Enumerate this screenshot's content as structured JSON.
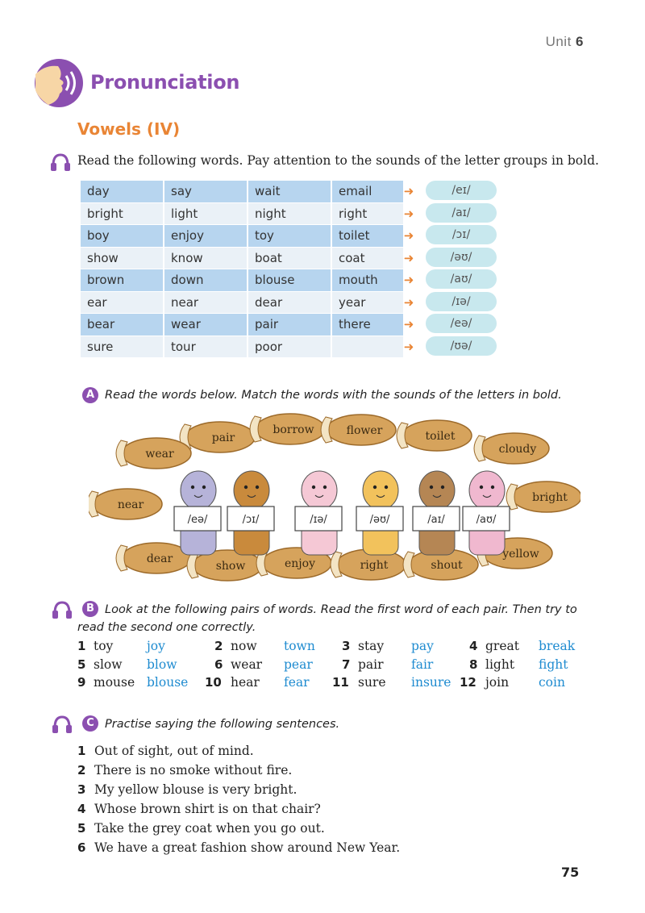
{
  "header": {
    "unit_label": "Unit",
    "unit_number": "6"
  },
  "section": {
    "title": "Pronunciation",
    "subtitle": "Vowels (IV)"
  },
  "intro": {
    "instruction": "Read the following words. Pay attention to the sounds of the letter groups in bold."
  },
  "vowel_table": {
    "rows": [
      {
        "words": [
          "day",
          "say",
          "wait",
          "email"
        ],
        "sound": "/eɪ/"
      },
      {
        "words": [
          "bright",
          "light",
          "night",
          "right"
        ],
        "sound": "/aɪ/"
      },
      {
        "words": [
          "boy",
          "enjoy",
          "toy",
          "toilet"
        ],
        "sound": "/ɔɪ/"
      },
      {
        "words": [
          "show",
          "know",
          "boat",
          "coat"
        ],
        "sound": "/əʊ/"
      },
      {
        "words": [
          "brown",
          "down",
          "blouse",
          "mouth"
        ],
        "sound": "/aʊ/"
      },
      {
        "words": [
          "ear",
          "near",
          "dear",
          "year"
        ],
        "sound": "/ɪə/"
      },
      {
        "words": [
          "bear",
          "wear",
          "pair",
          "there"
        ],
        "sound": "/eə/"
      },
      {
        "words": [
          "sure",
          "tour",
          "poor",
          ""
        ],
        "sound": "/ʊə/"
      }
    ],
    "arrow": "➜"
  },
  "exercise_a": {
    "badge": "A",
    "instruction": "Read the words below. Match the words with the sounds of the letters in bold.",
    "acorns": [
      "pair",
      "borrow",
      "flower",
      "toilet",
      "wear",
      "cloudy",
      "near",
      "bright",
      "dear",
      "show",
      "enjoy",
      "right",
      "shout",
      "yellow"
    ],
    "signs": [
      "/eə/",
      "/ɔɪ/",
      "/ɪə/",
      "/əʊ/",
      "/aɪ/",
      "/aʊ/"
    ]
  },
  "exercise_b": {
    "badge": "B",
    "instruction_line1": "Look at the following pairs of words. Read the first word of each pair. Then try to",
    "instruction_line2": "read the second one correctly.",
    "pairs": [
      {
        "n": "1",
        "first": "toy",
        "second": "joy"
      },
      {
        "n": "2",
        "first": "now",
        "second": "town"
      },
      {
        "n": "3",
        "first": "stay",
        "second": "pay"
      },
      {
        "n": "4",
        "first": "great",
        "second": "break"
      },
      {
        "n": "5",
        "first": "slow",
        "second": "blow"
      },
      {
        "n": "6",
        "first": "wear",
        "second": "pear"
      },
      {
        "n": "7",
        "first": "pair",
        "second": "fair"
      },
      {
        "n": "8",
        "first": "light",
        "second": "fight"
      },
      {
        "n": "9",
        "first": "mouse",
        "second": "blouse"
      },
      {
        "n": "10",
        "first": "hear",
        "second": "fear"
      },
      {
        "n": "11",
        "first": "sure",
        "second": "insure"
      },
      {
        "n": "12",
        "first": "join",
        "second": "coin"
      }
    ]
  },
  "exercise_c": {
    "badge": "C",
    "instruction": "Practise saying the following sentences.",
    "sentences": [
      {
        "n": "1",
        "text": "Out of sight, out of mind."
      },
      {
        "n": "2",
        "text": "There is no smoke without fire."
      },
      {
        "n": "3",
        "text": "My yellow blouse is very bright."
      },
      {
        "n": "4",
        "text": "Whose brown shirt is on that chair?"
      },
      {
        "n": "5",
        "text": "Take the grey coat when you go out."
      },
      {
        "n": "6",
        "text": "We have a great fashion show around New Year."
      }
    ]
  },
  "page_number": "75",
  "colors": {
    "accent_purple": "#8b4fb0",
    "accent_orange": "#e98535",
    "word_blue": "#1e8bd0",
    "table_dark": "#b7d5ef",
    "table_light": "#eaf1f7",
    "ipa_pill": "#c8e8ee",
    "acorn": "#d6a35c"
  }
}
